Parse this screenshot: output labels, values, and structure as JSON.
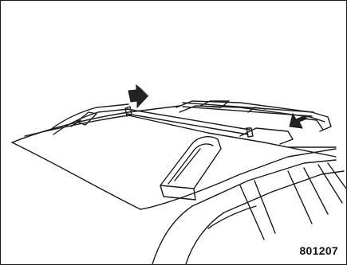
{
  "figure": {
    "code": "801207",
    "arrows": [
      {
        "name": "front-crossbar-rotate-arrow",
        "direction": "right"
      },
      {
        "name": "rear-crossbar-rotate-arrow",
        "direction": "down-left"
      }
    ],
    "colors": {
      "line": "#1a1a1a",
      "arrow_fill": "#222222",
      "background": "#ffffff"
    }
  }
}
